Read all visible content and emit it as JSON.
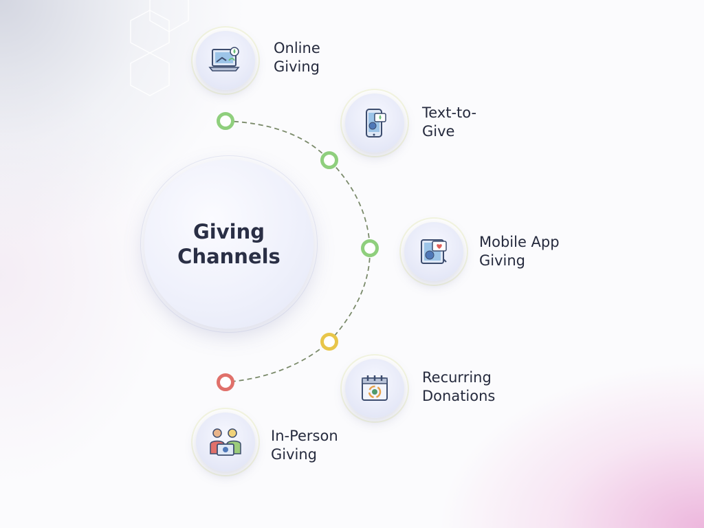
{
  "title": "Giving Channels",
  "channels": [
    {
      "line1": "Online",
      "line2": "Giving",
      "icon": "laptop-donation-icon",
      "node_color": "#8fcf7d"
    },
    {
      "line1": "Text-to-",
      "line2": "Give",
      "icon": "phone-message-icon",
      "node_color": "#8fcf7d"
    },
    {
      "line1": "Mobile App",
      "line2": "Giving",
      "icon": "tablet-heart-icon",
      "node_color": "#8fcf7d"
    },
    {
      "line1": "Recurring",
      "line2": "Donations",
      "icon": "calendar-recurring-icon",
      "node_color": "#e8c64a"
    },
    {
      "line1": "In-Person",
      "line2": "Giving",
      "icon": "people-donation-box-icon",
      "node_color": "#e0706a"
    }
  ],
  "colors": {
    "connector": "#7a8a6a",
    "text": "#252a3d",
    "accent_pink": "#e8a0d2"
  }
}
